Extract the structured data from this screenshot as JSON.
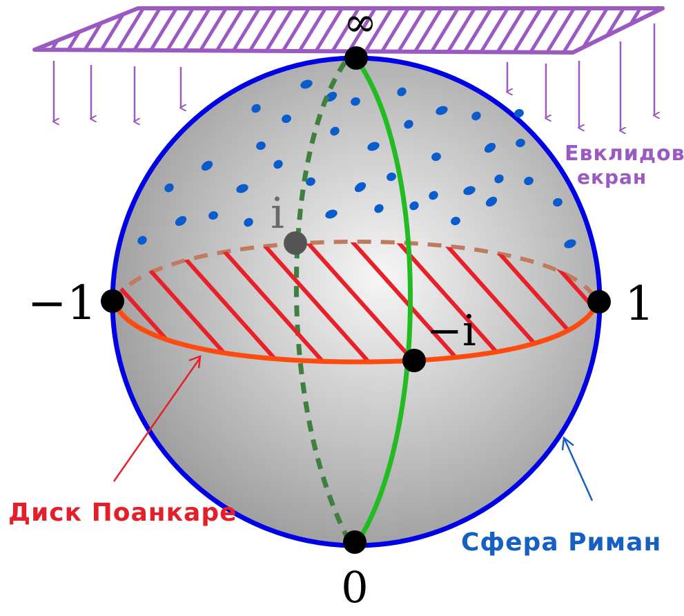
{
  "diagram": {
    "labels": {
      "infinity": "∞",
      "zero": "0",
      "minus_one": "−1",
      "one": "1",
      "i": "i",
      "minus_i": "−i"
    },
    "annotations": {
      "euclidean_screen_line1": "Евклидов",
      "euclidean_screen_line2": "екран",
      "poincare_disk": "Диск Поанкаре",
      "riemann_sphere": "Сфера Риман"
    },
    "colors": {
      "sphere_outline": "#0000e6",
      "plane": "#9b59c2",
      "meridian_front": "#22bb22",
      "meridian_back": "#3f7f3f",
      "disk_hatch": "#e8202a",
      "disk_front_edge": "#ff4a10",
      "disk_back_edge": "#c07a60",
      "dots": "#0a5ccc",
      "poincare_label": "#e3202a",
      "riemann_label": "#1560c0",
      "points": "#000000",
      "point_i": "#555555"
    }
  }
}
